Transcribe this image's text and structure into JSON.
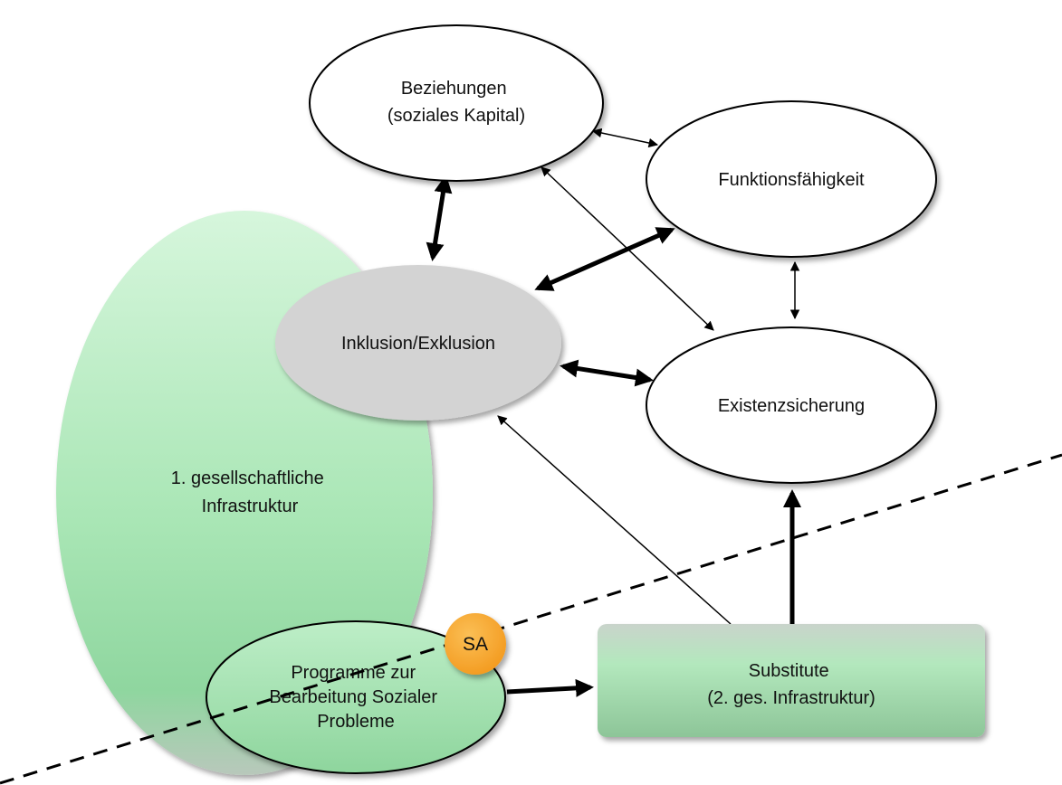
{
  "nodes": {
    "beziehungen": {
      "line1": "Beziehungen",
      "line2": "(soziales Kapital)"
    },
    "funktion": {
      "line1": "Funktionsfähigkeit"
    },
    "inklusion": {
      "line1": "Inklusion/Exklusion"
    },
    "existenz": {
      "line1": "Existenzsicherung"
    },
    "infrastruktur": {
      "line1": "1. gesellschaftliche",
      "line2": "Infrastruktur"
    },
    "programme": {
      "line1": "Programme zur",
      "line2": "Bearbeitung Sozialer",
      "line3": "Probleme"
    },
    "substitute": {
      "line1": "Substitute",
      "line2": "(2. ges. Infrastruktur)"
    },
    "sa_badge": {
      "label": "SA"
    }
  },
  "colors": {
    "green_light": "#c8f2cf",
    "green_mid": "#9fe2ad",
    "gray_fill": "#d3d3d3",
    "badge_orange": "#f7a530",
    "stroke": "#000000"
  }
}
